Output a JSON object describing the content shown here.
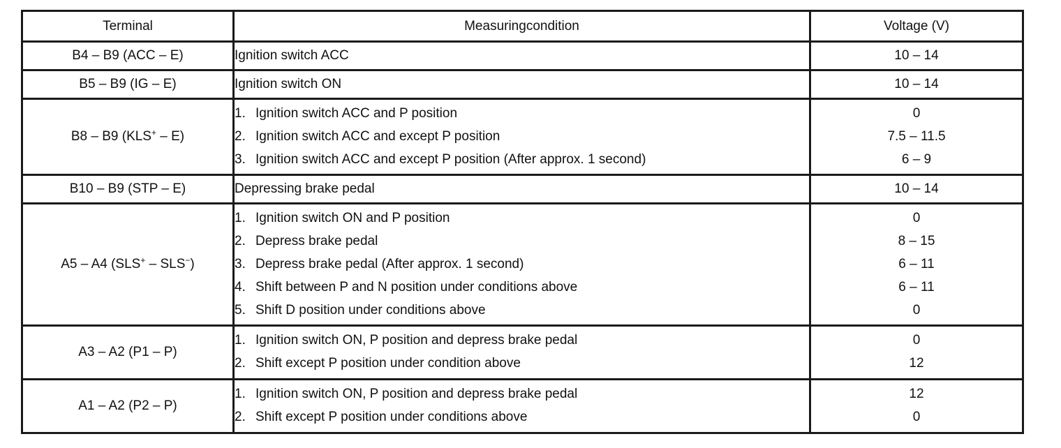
{
  "headers": {
    "terminal": "Terminal",
    "condition": "Measuringcondition",
    "voltage": "Voltage (V)"
  },
  "rows": [
    {
      "terminal_parts": [
        "B4 – B9 (ACC – E)"
      ],
      "conditions": [
        {
          "num": "",
          "text": "Ignition switch ACC"
        }
      ],
      "voltages": [
        "10 – 14"
      ]
    },
    {
      "terminal_parts": [
        "B5 – B9 (IG – E)"
      ],
      "conditions": [
        {
          "num": "",
          "text": "Ignition switch ON"
        }
      ],
      "voltages": [
        "10 – 14"
      ]
    },
    {
      "terminal_parts": [
        "B8 – B9 (KLS",
        "+",
        " – E)"
      ],
      "conditions": [
        {
          "num": "1.",
          "text": "Ignition switch ACC and P position"
        },
        {
          "num": "2.",
          "text": "Ignition switch ACC and except P position"
        },
        {
          "num": "3.",
          "text": "Ignition switch ACC and except P position (After approx. 1 second)"
        }
      ],
      "voltages": [
        "0",
        "7.5 – 11.5",
        "6 – 9"
      ]
    },
    {
      "terminal_parts": [
        "B10 – B9 (STP – E)"
      ],
      "conditions": [
        {
          "num": "",
          "text": "Depressing brake pedal"
        }
      ],
      "voltages": [
        "10 – 14"
      ]
    },
    {
      "terminal_parts": [
        "A5 – A4 (SLS",
        "+",
        " – SLS",
        "−",
        ")"
      ],
      "conditions": [
        {
          "num": "1.",
          "text": "Ignition switch ON and P position"
        },
        {
          "num": "2.",
          "text": "Depress brake pedal"
        },
        {
          "num": "3.",
          "text": "Depress brake pedal (After approx. 1 second)"
        },
        {
          "num": "4.",
          "text": "Shift between P and N position under conditions above"
        },
        {
          "num": "5.",
          "text": "Shift D position under conditions above"
        }
      ],
      "voltages": [
        "0",
        "8 – 15",
        "6 – 11",
        "6 – 11",
        "0"
      ]
    },
    {
      "terminal_parts": [
        "A3 – A2 (P1 – P)"
      ],
      "conditions": [
        {
          "num": "1.",
          "text": "Ignition switch ON, P position and depress brake pedal"
        },
        {
          "num": "2.",
          "text": "Shift except P position under condition above"
        }
      ],
      "voltages": [
        "0",
        "12"
      ]
    },
    {
      "terminal_parts": [
        "A1 – A2 (P2 – P)"
      ],
      "conditions": [
        {
          "num": "1.",
          "text": "Ignition switch ON, P position and depress brake pedal"
        },
        {
          "num": "2.",
          "text": "Shift except P position under conditions above"
        }
      ],
      "voltages": [
        "12",
        "0"
      ]
    }
  ]
}
